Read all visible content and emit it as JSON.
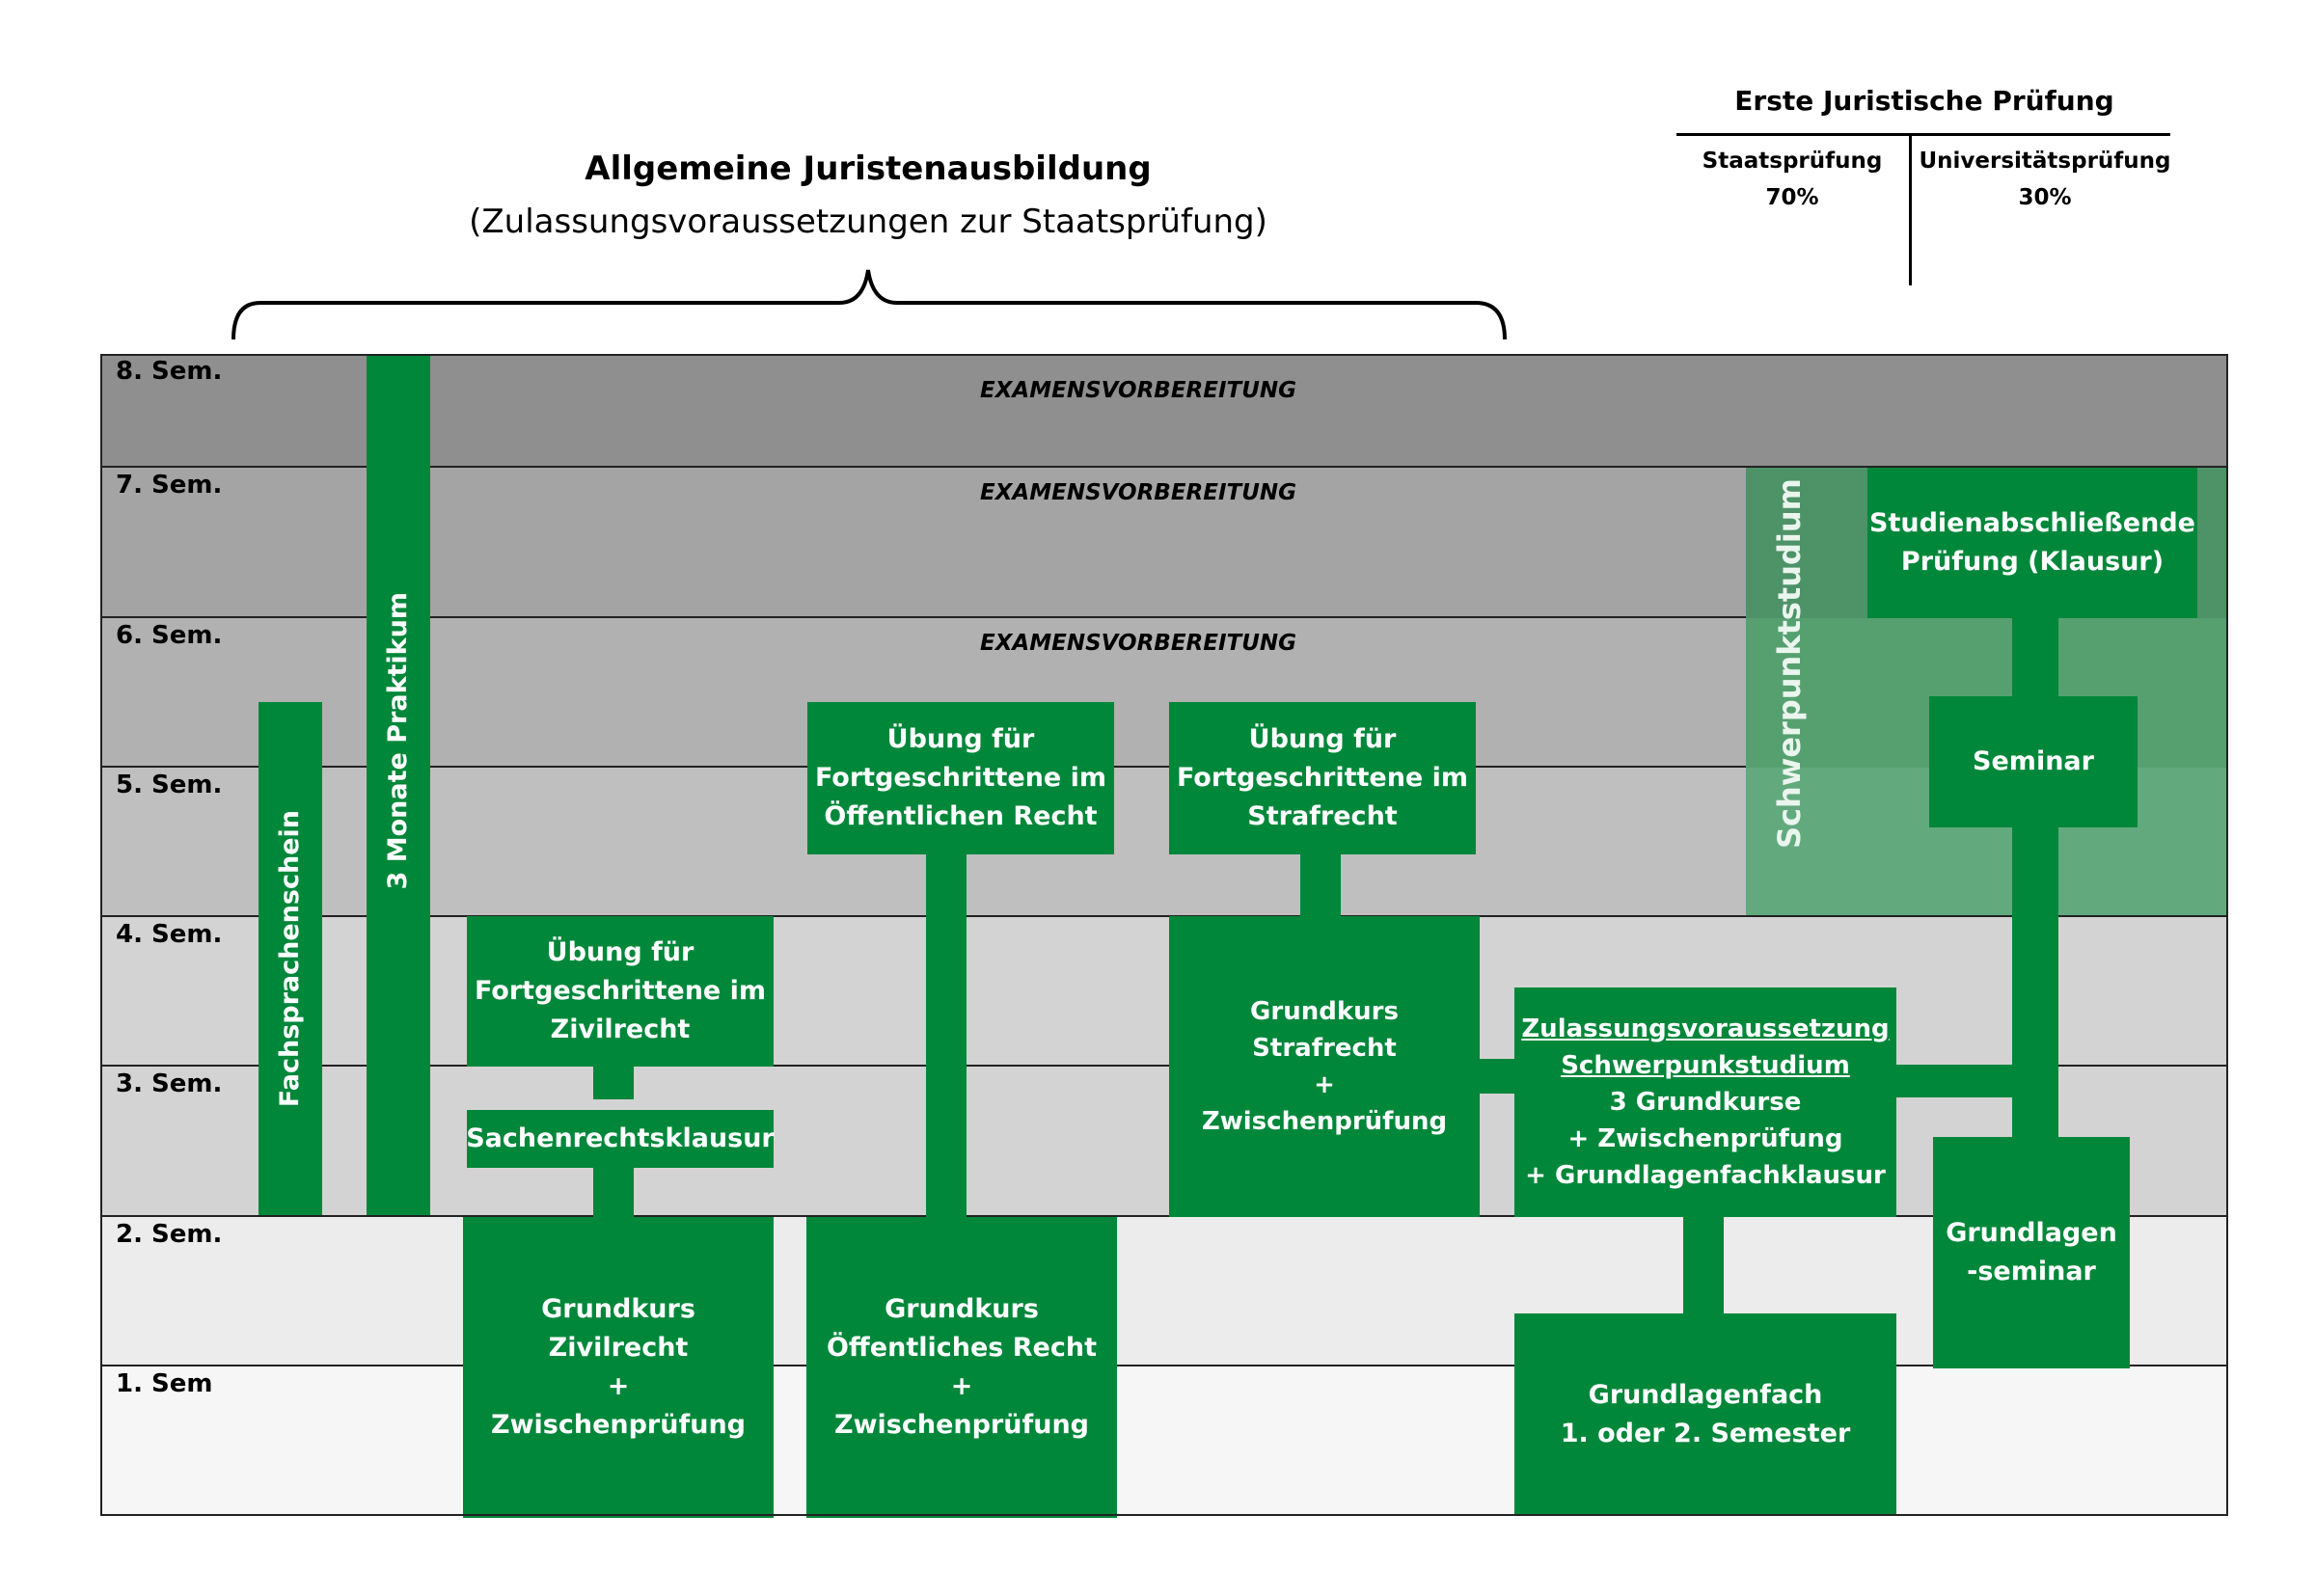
{
  "header": {
    "title": "Allgemeine Juristenausbildung",
    "subtitle": "(Zulassungsvoraussetzungen zur Staatsprüfung)"
  },
  "exam": {
    "title": "Erste Juristische Prüfung",
    "state_label": "Staatsprüfung",
    "state_share": "70%",
    "uni_label": "Universitätsprüfung",
    "uni_share": "30%"
  },
  "semesters": {
    "s8": "8. Sem.",
    "s7": "7. Sem.",
    "s6": "6. Sem.",
    "s5": "5. Sem.",
    "s4": "4. Sem.",
    "s3": "3. Sem.",
    "s2": "2. Sem.",
    "s1": "1. Sem"
  },
  "prep_label": "EXAMENSVORBEREITUNG",
  "boxes": {
    "fachsprachenschein": "Fachsprachenschein",
    "praktikum": "3 Monate Praktikum",
    "uebung_zivil": [
      "Übung für",
      "Fortgeschrittene im",
      "Zivilrecht"
    ],
    "sachenrecht": "Sachenrechtsklausur",
    "grundkurs_zivil": [
      "Grundkurs",
      "Zivilrecht",
      "+",
      "Zwischenprüfung"
    ],
    "uebung_oeff": [
      "Übung für",
      "Fortgeschrittene im",
      "Öffentlichen Recht"
    ],
    "grundkurs_oeff": [
      "Grundkurs",
      "Öffentliches Recht",
      "+",
      "Zwischenprüfung"
    ],
    "uebung_straf": [
      "Übung für",
      "Fortgeschrittene im",
      "Strafrecht"
    ],
    "grundkurs_straf": [
      "Grundkurs",
      "Strafrecht",
      "+",
      "Zwischenprüfung"
    ],
    "zulassung": [
      "Zulassungsvoraussetzung",
      "Schwerpunkstudium",
      "3 Grundkurse",
      "+ Zwischenprüfung",
      "+ Grundlagenfachklausur"
    ],
    "grundlagenfach": [
      "Grundlagenfach",
      "1. oder 2. Semester"
    ],
    "schwerpunkt": "Schwerpunktstudium",
    "abschluss": [
      "Studienabschließende",
      "Prüfung (Klausur)"
    ],
    "seminar": "Seminar",
    "grundlagenseminar": [
      "Grundlagen",
      "-seminar"
    ]
  },
  "colors": {
    "green": "#00873a",
    "schwerpunkt_dark": "#4e9268",
    "schwerpunkt_light": "#62aa7e",
    "band_8": "#8f8f8f",
    "band_7": "#a4a4a4",
    "band_5": "#bfbfbf",
    "band_3": "#d3d3d3",
    "band_1": "#f0f0f0"
  }
}
